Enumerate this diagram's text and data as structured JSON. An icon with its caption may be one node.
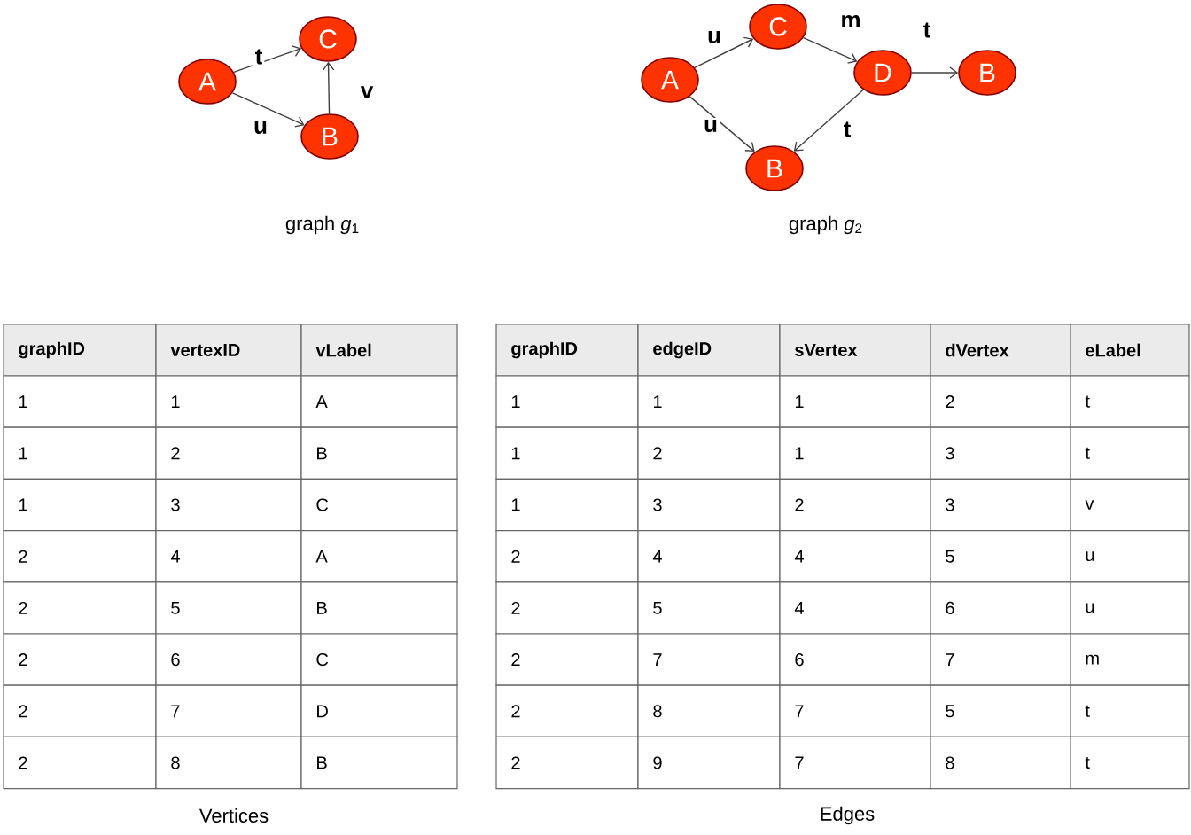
{
  "diagram": {
    "nodes": [
      {
        "text": [
          "A"
        ]
      },
      {
        "text": [
          "C"
        ]
      },
      {
        "text": [
          "B"
        ]
      },
      {
        "text": [
          "A"
        ]
      },
      {
        "text": [
          "C"
        ]
      },
      {
        "text": [
          "B"
        ]
      },
      {
        "text": [
          "D"
        ]
      },
      {
        "text": [
          "B"
        ]
      }
    ],
    "edges": [
      {
        "from": 0,
        "to": 1,
        "arrow": "to",
        "label": "t"
      },
      {
        "from": 0,
        "to": 2,
        "arrow": "to",
        "label": "u"
      },
      {
        "from": 2,
        "to": 1,
        "arrow": "to",
        "label": "v"
      },
      {
        "from": 3,
        "to": 4,
        "arrow": "to",
        "label": "u"
      },
      {
        "from": 3,
        "to": 5,
        "arrow": "to",
        "label": "u"
      },
      {
        "from": 4,
        "to": 6,
        "arrow": "to",
        "label": "m"
      },
      {
        "from": 6,
        "to": 5,
        "arrow": "to",
        "label": "t"
      },
      {
        "from": 6,
        "to": 7,
        "arrow": "to",
        "label": "t"
      }
    ],
    "labels": [
      "graph *g*$_{1}$",
      "graph *g*$_{2}$",
      "graphID",
      "vertexID",
      "vLabel",
      "1",
      "1",
      "A",
      "1",
      "2",
      "B",
      "1",
      "3",
      "C",
      "2",
      "4",
      "A",
      "2",
      "5",
      "B",
      "2",
      "6",
      "C",
      "2",
      "7",
      "D",
      "2",
      "8",
      "B",
      "Vertices",
      "graphID",
      "edgeID",
      "sVertex",
      "dVertex",
      "eLabel",
      "1",
      "1",
      "1",
      "2",
      "t",
      "1",
      "2",
      "1",
      "3",
      "t",
      "1",
      "3",
      "2",
      "3",
      "v",
      "2",
      "4",
      "4",
      "5",
      "u",
      "2",
      "5",
      "4",
      "6",
      "u",
      "2",
      "7",
      "6",
      "7",
      "m",
      "2",
      "8",
      "7",
      "5",
      "t",
      "2",
      "9",
      "7",
      "8",
      "t",
      "Edges"
    ]
  }
}
